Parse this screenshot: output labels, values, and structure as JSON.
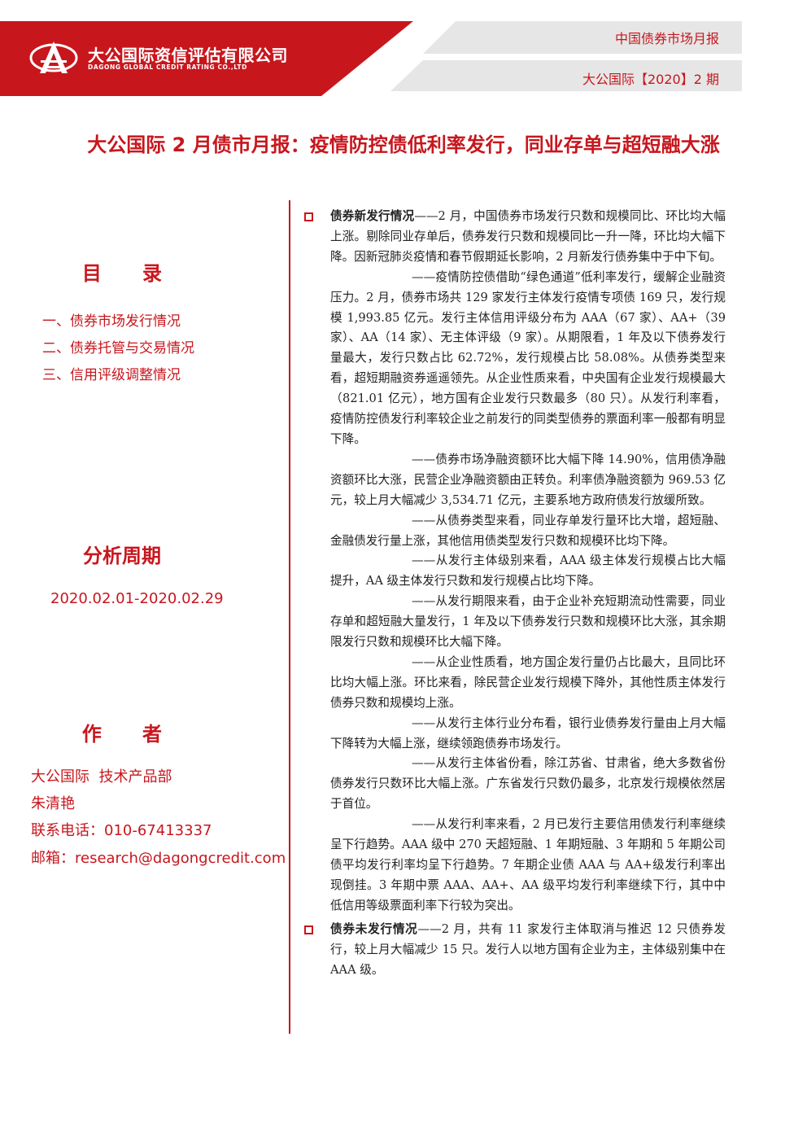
{
  "header": {
    "company_cn": "大公国际资信评估有限公司",
    "company_en": "DAGONG GLOBAL CREDIT RATING CO.,LTD",
    "report_series": "中国债券市场月报",
    "issue": "大公国际【2020】2 期"
  },
  "title": "大公国际 2 月债市月报：疫情防控债低利率发行，同业存单与超短融大涨",
  "toc": {
    "heading": "目      录",
    "items": [
      "一、债券市场发行情况",
      "二、债券托管与交易情况",
      "三、信用评级调整情况"
    ]
  },
  "period": {
    "heading": "分析周期",
    "value": "2020.02.01-2020.02.29"
  },
  "author": {
    "heading": "作      者",
    "dept": "大公国际  技术产品部",
    "name": "朱清艳",
    "phone": "联系电话：010-67413337",
    "email": "邮箱：research@dagongcredit.com"
  },
  "body": {
    "new_issue_title": "债券新发行情况",
    "new_issue_text": "——2 月，中国债券市场发行只数和规模同比、环比均大幅上涨。剔除同业存单后，债券发行只数和规模同比一升一降，环比均大幅下降。因新冠肺炎疫情和春节假期延长影响，2 月新发行债券集中于中下旬。",
    "paragraphs": [
      "——疫情防控债借助“绿色通道”低利率发行，缓解企业融资压力。2 月，债券市场共 129 家发行主体发行疫情专项债 169 只，发行规模 1,993.85 亿元。发行主体信用评级分布为 AAA（67 家）、AA+（39 家）、AA（14 家）、无主体评级（9 家）。从期限看，1 年及以下债券发行量最大，发行只数占比 62.72%，发行规模占比 58.08%。从债券类型来看，超短期融资券遥遥领先。从企业性质来看，中央国有企业发行规模最大（821.01 亿元），地方国有企业发行只数最多（80 只）。从发行利率看，疫情防控债发行利率较企业之前发行的同类型债券的票面利率一般都有明显下降。",
      "——债券市场净融资额环比大幅下降 14.90%，信用债净融资额环比大涨，民营企业净融资额由正转负。利率债净融资额为 969.53 亿元，较上月大幅减少 3,534.71 亿元，主要系地方政府债发行放缓所致。",
      "——从债券类型来看，同业存单发行量环比大增，超短融、金融债发行量上涨，其他信用债类型发行只数和规模环比均下降。",
      "——从发行主体级别来看，AAA 级主体发行规模占比大幅提升，AA 级主体发行只数和发行规模占比均下降。",
      "——从发行期限来看，由于企业补充短期流动性需要，同业存单和超短融大量发行，1 年及以下债券发行只数和规模环比大涨，其余期限发行只数和规模环比大幅下降。",
      "——从企业性质看，地方国企发行量仍占比最大，且同比环比均大幅上涨。环比来看，除民营企业发行规模下降外，其他性质主体发行债券只数和规模均上涨。",
      "——从发行主体行业分布看，银行业债券发行量由上月大幅下降转为大幅上涨，继续领跑债券市场发行。",
      "——从发行主体省份看，除江苏省、甘肃省，绝大多数省份债券发行只数环比大幅上涨。广东省发行只数仍最多，北京发行规模依然居于首位。",
      "——从发行利率来看，2 月已发行主要信用债发行利率继续呈下行趋势。AAA 级中 270 天超短融、1 年期短融、3 年期和 5 年期公司债平均发行利率均呈下行趋势。7 年期企业债 AAA 与 AA+级发行利率出现倒挂。3 年期中票 AAA、AA+、AA 级平均发行利率继续下行，其中中低信用等级票面利率下行较为突出。"
    ],
    "unissued_title": "债券未发行情况",
    "unissued_text": "——2 月，共有 11 家发行主体取消与推迟 12 只债券发行，较上月大幅减少 15 只。发行人以地方国有企业为主，主体级别集中在 AAA 级。"
  }
}
